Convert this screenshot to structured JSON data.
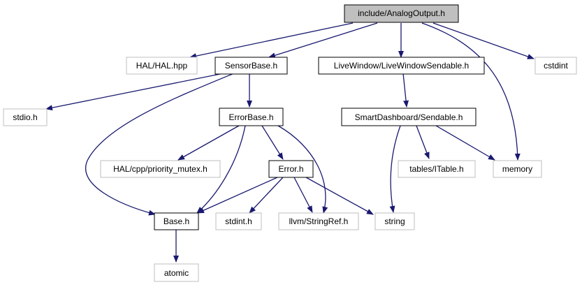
{
  "colors": {
    "edge": "#191970",
    "root_fill": "#bfbfbf",
    "node_border": "#000000",
    "external_border": "#bfbfbf",
    "text": "#000000",
    "background": "#ffffff"
  },
  "nodes": {
    "analog_output": "include/AnalogOutput.h",
    "hal_hpp": "HAL/HAL.hpp",
    "sensor_base": "SensorBase.h",
    "live_window_sendable": "LiveWindow/LiveWindowSendable.h",
    "cstdint": "cstdint",
    "stdio": "stdio.h",
    "error_base": "ErrorBase.h",
    "smart_dashboard_sendable": "SmartDashboard/Sendable.h",
    "priority_mutex": "HAL/cpp/priority_mutex.h",
    "error": "Error.h",
    "itable": "tables/ITable.h",
    "memory": "memory",
    "base": "Base.h",
    "stdint": "stdint.h",
    "stringref": "llvm/StringRef.h",
    "string": "string",
    "atomic": "atomic"
  }
}
